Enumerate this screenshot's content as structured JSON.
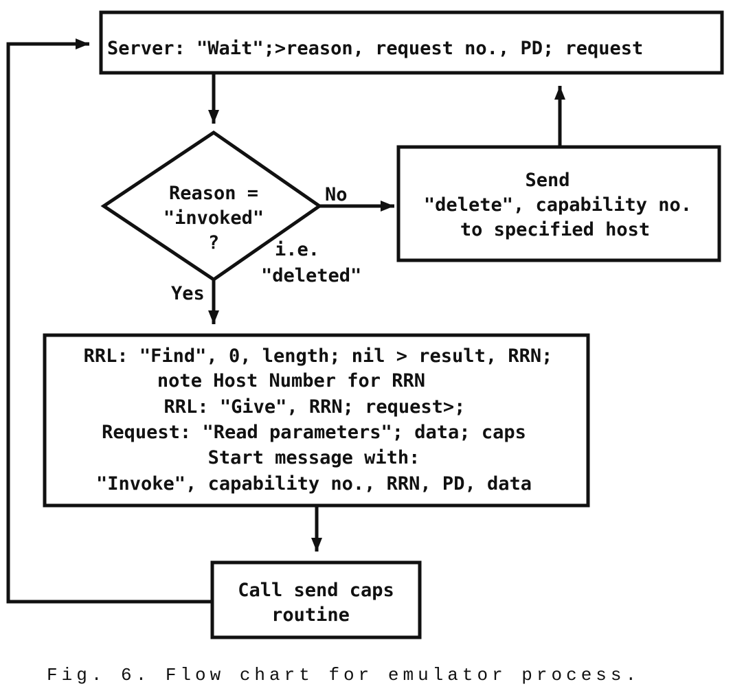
{
  "diagram": {
    "server_box": {
      "text": "Server: \"Wait\";>reason, request no., PD; request"
    },
    "decision": {
      "lines": [
        "Reason =",
        "\"invoked\"",
        "?"
      ],
      "no_label": "No",
      "yes_label": "Yes",
      "note_lines": [
        "i.e.",
        "\"deleted\""
      ]
    },
    "send_box": {
      "lines": [
        "Send",
        "\"delete\", capability no.",
        "to specified host"
      ]
    },
    "rrl_box": {
      "lines": [
        "RRL: \"Find\", 0, length; nil > result, RRN;",
        "note Host Number for RRN",
        "RRL: \"Give\", RRN; request>;",
        "Request: \"Read parameters\";  data; caps",
        "Start message with:",
        "\"Invoke\", capability no., RRN, PD, data"
      ]
    },
    "call_box": {
      "lines": [
        "Call send caps",
        "routine"
      ]
    }
  },
  "caption": "Fig. 6.  Flow chart for emulator process."
}
